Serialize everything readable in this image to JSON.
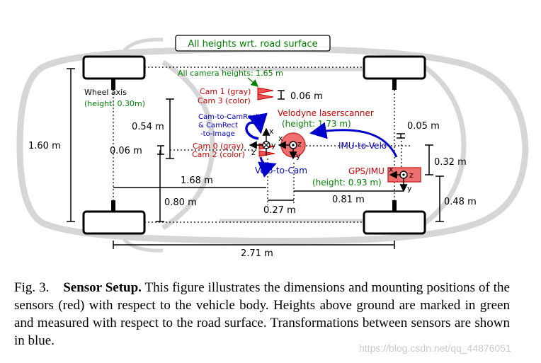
{
  "diagram": {
    "header_box": "All heights wrt. road surface",
    "camera_heights": "All camera heights: 1.65 m",
    "wheel_axis": "Wheel axis",
    "wheel_axis_height": "(height: 0.30m)",
    "cam13_line1": "Cam 1 (gray)",
    "cam13_line2": "Cam 3 (color)",
    "cam_gap": "0.06 m",
    "velodyne": "Velodyne laserscanner",
    "velodyne_height": "(height: 1.73 m)",
    "cam_to_camrect_1": "Cam-to-CamRect",
    "cam_to_camrect_2": "& CamRect",
    "cam_to_camrect_3": "-to-Image",
    "cam02_line1": "Cam 0 (gray)",
    "cam02_line2": "Cam 2 (color)",
    "velo_to_cam": "Velo-to-Cam",
    "imu_to_velo": "IMU-to-Velo",
    "gps_imu": "GPS/IMU",
    "gps_height": "(height: 0.93 m)",
    "dim_160": "1.60 m",
    "dim_054": "0.54 m",
    "dim_006": "0.06 m",
    "dim_005": "0.05 m",
    "dim_032": "0.32 m",
    "dim_168": "1.68 m",
    "dim_080": "0.80 m",
    "dim_027": "0.27 m",
    "dim_081": "0.81 m",
    "dim_048": "0.48 m",
    "dim_271": "2.71 m",
    "ax_x": "x",
    "ax_y": "y",
    "ax_z": "z",
    "colors": {
      "sensor": "#f05050",
      "height": "#008000",
      "transform": "#0000cc",
      "car": "#d8d8d8"
    }
  },
  "caption": {
    "fig": "Fig. 3.",
    "title": "Sensor Setup.",
    "body": "This figure illustrates the dimensions and mounting positions of the sensors (red) with respect to the vehicle body. Heights above ground are marked in green and measured with respect to the road surface. Transformations between sensors are shown in blue."
  },
  "watermark": "https://blog.csdn.net/qq_44876051"
}
